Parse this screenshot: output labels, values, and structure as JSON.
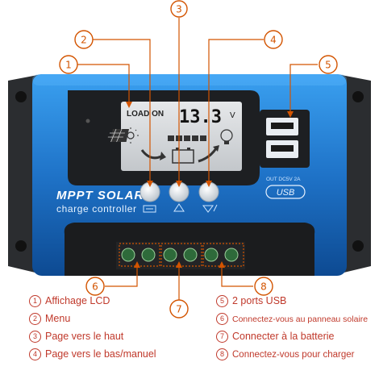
{
  "lcd": {
    "load_label": "LOAD ON",
    "voltage": "13.3",
    "unit": "V"
  },
  "panel": {
    "brand": "MPPT SOLAR",
    "subtitle": "charge controller",
    "usb_label": "OUT DC5V 2A",
    "usb_logo": "USB"
  },
  "markers": [
    "1",
    "2",
    "3",
    "4",
    "5",
    "6",
    "7",
    "8"
  ],
  "colors": {
    "accent": "#d35400",
    "case_blue": "#1f73c8",
    "legend_text": "#c0392b"
  },
  "legend": [
    {
      "num": "1",
      "text": "Affichage LCD"
    },
    {
      "num": "2",
      "text": "Menu"
    },
    {
      "num": "3",
      "text": "Page vers le haut"
    },
    {
      "num": "4",
      "text": "Page vers le bas/manuel"
    },
    {
      "num": "5",
      "text": "2 ports USB"
    },
    {
      "num": "6",
      "text": "Connectez-vous au panneau solaire"
    },
    {
      "num": "7",
      "text": "Connecter à la batterie"
    },
    {
      "num": "8",
      "text": "Connectez-vous pour charger"
    }
  ]
}
